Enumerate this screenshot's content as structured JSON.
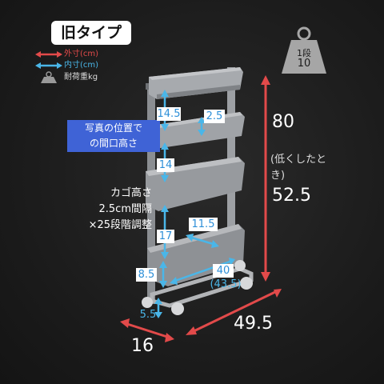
{
  "title": "旧タイプ",
  "legend": {
    "outer": "外寸(cm)",
    "inner": "内寸(cm)",
    "load": "耐荷重kg"
  },
  "weight": {
    "tier": "1段",
    "value": "10"
  },
  "dims": {
    "height_total": "80",
    "height_low_note": "(低くしたとき)",
    "height_low": "52.5",
    "width": "49.5",
    "depth": "16",
    "gap_top": "14.5",
    "gap_mid": "14",
    "gap_low": "17",
    "basket_depth_inner_top": "2.5",
    "basket_inner_depth": "11.5",
    "basket_inner_width": "40",
    "basket_inner_width_2": "(43.5)",
    "basket_height": "8.5",
    "wheel_height": "5.5"
  },
  "opening_note": [
    "写真の位置で",
    "の間口高さ"
  ],
  "adjust_note": [
    "カゴ高さ",
    "2.5cm間隔",
    "×25段階調整"
  ],
  "colors": {
    "outer": "#e24a4a",
    "inner": "#4ab6e8",
    "note_bg": "#3f63d6",
    "cart": "#8a8d91"
  }
}
